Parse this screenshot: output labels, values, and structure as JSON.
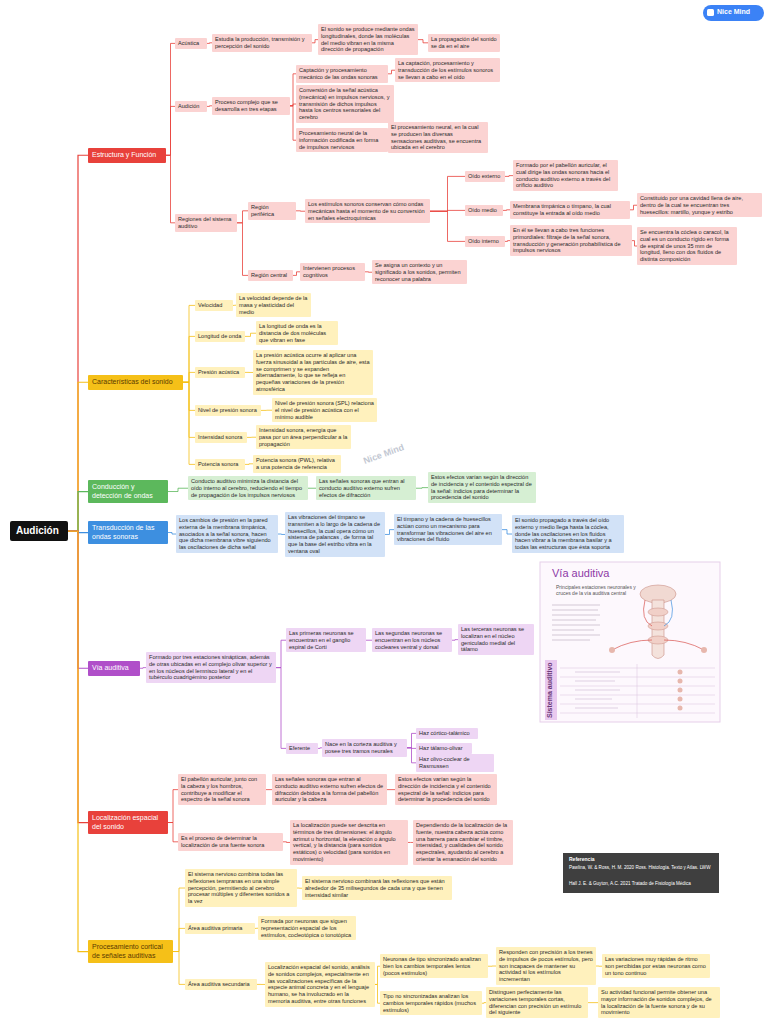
{
  "diagram": {
    "nodes": [
      {
        "text": [
          "Audición"
        ]
      },
      {
        "text": [
          "Estructura y Función"
        ]
      },
      {
        "text": [
          "Acústica"
        ]
      },
      {
        "text": [
          "Estudia la producción, transmisión y percepción del sonido"
        ]
      },
      {
        "text": [
          "El sonido se produce mediante ondas longitudinales, donde las moléculas del medio vibran en la misma dirección de propagación"
        ]
      },
      {
        "text": [
          "La propagación del sonido se da en el aire"
        ]
      },
      {
        "text": [
          "Audición"
        ]
      },
      {
        "text": [
          "Proceso complejo que se desarrolla en tres etapas"
        ]
      },
      {
        "text": [
          "Captación y procesamiento mecánico de las ondas sonoras"
        ]
      },
      {
        "text": [
          "La captación, procesamiento y transducción de los estímulos sonoros se llevan a cabo en el oído"
        ]
      },
      {
        "text": [
          "Conversión de la señal acústica (mecánica) en impulsos nerviosos, y transmisión de dichos impulsos hasta los centros sensoriales del cerebro"
        ]
      },
      {
        "text": [
          "Procesamiento neural de la información codificada en forma de impulsos nerviosos"
        ]
      },
      {
        "text": [
          "El procesamiento neural, en la cual se producen las diversas sensaciones auditivas, se encuentra ubicada en el cerebro"
        ]
      },
      {
        "text": [
          "Regiones del sistema auditivo"
        ]
      },
      {
        "text": [
          "Región periférica"
        ]
      },
      {
        "text": [
          "Los estímulos sonoros conservan cómo ondas mecánicas hasta el momento de su conversión en señales electroquímicas"
        ]
      },
      {
        "text": [
          "Oído externo"
        ]
      },
      {
        "text": [
          "Formado por el pabellón auricular, el cual dirige las ondas sonoras hacia el conducto auditivo externo a través del orificio auditivo"
        ]
      },
      {
        "text": [
          "Oído medio"
        ]
      },
      {
        "text": [
          "Membrana timpánica o tímpano, la cual constituye la entrada al oído medio"
        ]
      },
      {
        "text": [
          "Constituido por una cavidad llena de aire, dentro de la cual se encuentran tres huesecillos: martillo, yunque y estribo"
        ]
      },
      {
        "text": [
          "Oído interno"
        ]
      },
      {
        "text": [
          "En él se llevan a cabo tres funciones primordiales: filtraje de la señal sonora, transducción y generación probabilística de impulsos nerviosos"
        ]
      },
      {
        "text": [
          "Se encuentra la cóclea o caracol, la cual es un conducto rígido en forma de espiral de unos 35 mm de longitud, lleno con dos fluidos de distinta composición"
        ]
      },
      {
        "text": [
          "Región central"
        ]
      },
      {
        "text": [
          "Intervienen procesos cognitivos"
        ]
      },
      {
        "text": [
          "Se asigna un contexto y un significado a los sonidos, permiten reconocer una palabra"
        ]
      },
      {
        "text": [
          "Características del sonido"
        ]
      },
      {
        "text": [
          "Velocidad"
        ]
      },
      {
        "text": [
          "La velocidad depende de la masa y elasticidad del medio"
        ]
      },
      {
        "text": [
          "Longitud de onda"
        ]
      },
      {
        "text": [
          "La longitud de onda es la distancia de dos moléculas que vibran en fase"
        ]
      },
      {
        "text": [
          "Presión acústica"
        ]
      },
      {
        "text": [
          "La presión acústica ocurre al aplicar una fuerza sinusoidal a las partículas de aire, esta se comprimen y se expanden alternadamente, lo que se refleja en pequeñas variaciones de la presión atmosférica"
        ]
      },
      {
        "text": [
          "Nivel de presión sonora"
        ]
      },
      {
        "text": [
          "Nivel de presión sonora (SPL) relaciona el nivel de presión acústica con el mínimo audible"
        ]
      },
      {
        "text": [
          "Intensidad sonora"
        ]
      },
      {
        "text": [
          "Intensidad sonora, energía que pasa por un área perpendicular a la propagación"
        ]
      },
      {
        "text": [
          "Potencia sonora"
        ]
      },
      {
        "text": [
          "Potencia sonora (PWL), relativa a una potencia de referencia"
        ]
      },
      {
        "text": [
          "Conducción y detección de ondas"
        ]
      },
      {
        "text": [
          "Conducto auditivo minimiza la distancia del oído interno al cerebro, reduciendo el tiempo de propagación de los impulsos nerviosos"
        ]
      },
      {
        "text": [
          "Las señales sonoras que entran al conducto auditivo externo sufren efectos de difracción"
        ]
      },
      {
        "text": [
          "Estos efectos varían según la dirección de incidencia y el contenido espectral de la señal: indicios para determinar la procedencia del sonido"
        ]
      },
      {
        "text": [
          "Transducción de las ondas sonoras"
        ]
      },
      {
        "text": [
          "Los cambios de presión en la pared externa de la membrana timpánica, asociados a la señal sonora, hacen que dicha membrana vibre siguiendo las oscilaciones de dicha señal"
        ]
      },
      {
        "text": [
          "Las vibraciones del tímpano se transmiten a lo largo de la cadena de huesecillos, la cual opera cómo un sistema de palancas , de forma tal que la base del estribo vibra en la ventana oval"
        ]
      },
      {
        "text": [
          "El tímpano y la cadena de huesecillos actúan como un mecanismo para transformar las vibraciones del aire en vibraciones del fluido"
        ]
      },
      {
        "text": [
          "El sonido propagado a través del oído externo y medio llega hasta la cóclea, donde las oscilaciones en los fluidos hacen vibrar a la membrana basilar y a todas las estructuras que ésta soporta"
        ]
      },
      {
        "text": [
          "Vía auditiva"
        ]
      },
      {
        "text": [
          "Formado por tres estaciones sinápticas, además de otras ubicadas en el complejo olivar superior y en los núcleos del lemnisco lateral y en el tubérculo cuadrigémino posterior"
        ]
      },
      {
        "text": [
          "Las primeras neuronas se encuentran en el ganglio espiral de Corti"
        ]
      },
      {
        "text": [
          "Las segundas neuronas se encuentran en los núcleos cocleares ventral y dorsal"
        ]
      },
      {
        "text": [
          "Las terceras neuronas se localizan en el núcleo geniculado medial del tálamo"
        ]
      },
      {
        "text": [
          "Eferente"
        ]
      },
      {
        "text": [
          "Nace en la corteza auditiva y posee tres tramos neurales"
        ]
      },
      {
        "text": [
          "Haz córtico-talámico"
        ]
      },
      {
        "text": [
          "Haz tálamo-olivar"
        ]
      },
      {
        "text": [
          "Haz olivo-coclear de Rasmussen"
        ]
      },
      {
        "text": [
          "Localización espacial del sonido"
        ]
      },
      {
        "text": [
          "El pabellón auricular, junto con la cabeza y los hombros, contribuye a modificar el espectro de la señal sonora"
        ]
      },
      {
        "text": [
          "Las señales sonoras que entran al conducto auditivo externo sufren efectos de difracción debidos a la forma del pabellón auricular y la cabeza"
        ]
      },
      {
        "text": [
          "Estos efectos varían según la dirección de incidencia y el contenido espectral de la señal: indicios para determinar la procedencia del sonido"
        ]
      },
      {
        "text": [
          "Es el proceso de determinar la localización de una fuente sonora"
        ]
      },
      {
        "text": [
          "La localización puede ser descrita en términos de tres dimensiones: el ángulo azimut u horizontal, la elevación o ángulo vertical, y la distancia (para sonidos estáticos) o velocidad (para sonidos en movimiento)"
        ]
      },
      {
        "text": [
          "Dependiendo de la localización de la fuente, nuestra cabeza actúa como una barrera para cambiar el timbre, intensidad, y cualidades del sonido espectrales, ayudando al cerebro a orientar la emanación del sonido"
        ]
      },
      {
        "text": [
          "Procesamiento cortical de señales auditivas"
        ]
      },
      {
        "text": [
          "El sistema nervioso combina todas las reflexiones tempranas en una simple percepción, permitiendo al cerebro procesar múltiples y diferentes sonidos a la vez"
        ]
      },
      {
        "text": [
          "El sistema nervioso combinará las reflexiones que están alrededor de 35 milisegundos de cada una y que tienen intensidad similar"
        ]
      },
      {
        "text": [
          "Área auditiva primaria"
        ]
      },
      {
        "text": [
          "Formada por neuronas que siguen representación espacial de los estímulos, cocleotópica o tonotópica"
        ]
      },
      {
        "text": [
          "Área auditiva secundaria"
        ]
      },
      {
        "text": [
          "Localización espacial del sonido, análisis de sonidos complejos, especialmente en las vocalizaciones específicas de la especie animal concreta y en el lenguaje humano, se ha involucrado en la memoria auditiva, entre otras funciones"
        ]
      },
      {
        "text": [
          "Neuronas de tipo sincronizado analizan bien los cambios temporales lentos (pocos estímulos)"
        ]
      },
      {
        "text": [
          "Responden con precisión a los trenes de impulsos de pocos estímulos, pero son incapaces de mantener su actividad si los estímulos incrementan"
        ]
      },
      {
        "text": [
          "Las variaciones muy rápidas de ritmo son percibidas por estas neuronas como un tono continuo"
        ]
      },
      {
        "text": [
          "Tipo no sincronizadas analizan los cambios temporales rápidos (muchos estímulos)"
        ]
      },
      {
        "text": [
          "Distinguen perfectamente las variaciones temporales cortas, diferencian con precisión un estímulo del siguiente"
        ]
      },
      {
        "text": [
          "Su actividad funcional permite obtener una mayor información de sonidos complejos, de la localización de la fuente sonora y de su movimiento"
        ]
      }
    ],
    "edges": [
      {
        "from": 0,
        "to": 1,
        "arrow": "none"
      },
      {
        "from": 0,
        "to": 27,
        "arrow": "none"
      },
      {
        "from": 0,
        "to": 40,
        "arrow": "none"
      },
      {
        "from": 0,
        "to": 44,
        "arrow": "none"
      },
      {
        "from": 0,
        "to": 49,
        "arrow": "none"
      },
      {
        "from": 0,
        "to": 59,
        "arrow": "none"
      },
      {
        "from": 0,
        "to": 66,
        "arrow": "none"
      },
      {
        "from": 1,
        "to": 2,
        "arrow": "none"
      },
      {
        "from": 1,
        "to": 6,
        "arrow": "none"
      },
      {
        "from": 1,
        "to": 13,
        "arrow": "none"
      },
      {
        "from": 2,
        "to": 3,
        "arrow": "none"
      },
      {
        "from": 3,
        "to": 4,
        "arrow": "none"
      },
      {
        "from": 4,
        "to": 5,
        "arrow": "none"
      },
      {
        "from": 6,
        "to": 7,
        "arrow": "none"
      },
      {
        "from": 7,
        "to": 8,
        "arrow": "none"
      },
      {
        "from": 7,
        "to": 10,
        "arrow": "none"
      },
      {
        "from": 7,
        "to": 11,
        "arrow": "none"
      },
      {
        "from": 8,
        "to": 9,
        "arrow": "none"
      },
      {
        "from": 11,
        "to": 12,
        "arrow": "none"
      },
      {
        "from": 13,
        "to": 14,
        "arrow": "none"
      },
      {
        "from": 13,
        "to": 24,
        "arrow": "none"
      },
      {
        "from": 14,
        "to": 15,
        "arrow": "none"
      },
      {
        "from": 15,
        "to": 16,
        "arrow": "none"
      },
      {
        "from": 15,
        "to": 18,
        "arrow": "none"
      },
      {
        "from": 15,
        "to": 21,
        "arrow": "none"
      },
      {
        "from": 16,
        "to": 17,
        "arrow": "none"
      },
      {
        "from": 18,
        "to": 19,
        "arrow": "none"
      },
      {
        "from": 19,
        "to": 20,
        "arrow": "none"
      },
      {
        "from": 21,
        "to": 22,
        "arrow": "none"
      },
      {
        "from": 22,
        "to": 23,
        "arrow": "none"
      },
      {
        "from": 24,
        "to": 25,
        "arrow": "none"
      },
      {
        "from": 25,
        "to": 26,
        "arrow": "none"
      },
      {
        "from": 27,
        "to": 28,
        "arrow": "none"
      },
      {
        "from": 27,
        "to": 30,
        "arrow": "none"
      },
      {
        "from": 27,
        "to": 32,
        "arrow": "none"
      },
      {
        "from": 27,
        "to": 34,
        "arrow": "none"
      },
      {
        "from": 27,
        "to": 36,
        "arrow": "none"
      },
      {
        "from": 27,
        "to": 38,
        "arrow": "none"
      },
      {
        "from": 28,
        "to": 29,
        "arrow": "none"
      },
      {
        "from": 30,
        "to": 31,
        "arrow": "none"
      },
      {
        "from": 32,
        "to": 33,
        "arrow": "none"
      },
      {
        "from": 34,
        "to": 35,
        "arrow": "none"
      },
      {
        "from": 36,
        "to": 37,
        "arrow": "none"
      },
      {
        "from": 38,
        "to": 39,
        "arrow": "none"
      },
      {
        "from": 40,
        "to": 41,
        "arrow": "none"
      },
      {
        "from": 41,
        "to": 42,
        "arrow": "none"
      },
      {
        "from": 42,
        "to": 43,
        "arrow": "none"
      },
      {
        "from": 44,
        "to": 45,
        "arrow": "none"
      },
      {
        "from": 45,
        "to": 46,
        "arrow": "none"
      },
      {
        "from": 46,
        "to": 47,
        "arrow": "none"
      },
      {
        "from": 47,
        "to": 48,
        "arrow": "none"
      },
      {
        "from": 49,
        "to": 50,
        "arrow": "none"
      },
      {
        "from": 50,
        "to": 51,
        "arrow": "none"
      },
      {
        "from": 50,
        "to": 54,
        "arrow": "none"
      },
      {
        "from": 51,
        "to": 52,
        "arrow": "none"
      },
      {
        "from": 52,
        "to": 53,
        "arrow": "none"
      },
      {
        "from": 54,
        "to": 55,
        "arrow": "none"
      },
      {
        "from": 55,
        "to": 56,
        "arrow": "none"
      },
      {
        "from": 55,
        "to": 57,
        "arrow": "none"
      },
      {
        "from": 55,
        "to": 58,
        "arrow": "none"
      },
      {
        "from": 59,
        "to": 60,
        "arrow": "none"
      },
      {
        "from": 59,
        "to": 63,
        "arrow": "none"
      },
      {
        "from": 60,
        "to": 61,
        "arrow": "none"
      },
      {
        "from": 61,
        "to": 62,
        "arrow": "none"
      },
      {
        "from": 63,
        "to": 64,
        "arrow": "none"
      },
      {
        "from": 64,
        "to": 65,
        "arrow": "none"
      },
      {
        "from": 66,
        "to": 67,
        "arrow": "none"
      },
      {
        "from": 66,
        "to": 69,
        "arrow": "none"
      },
      {
        "from": 66,
        "to": 71,
        "arrow": "none"
      },
      {
        "from": 67,
        "to": 68,
        "arrow": "none"
      },
      {
        "from": 69,
        "to": 70,
        "arrow": "none"
      },
      {
        "from": 71,
        "to": 72,
        "arrow": "none"
      },
      {
        "from": 72,
        "to": 73,
        "arrow": "none"
      },
      {
        "from": 72,
        "to": 76,
        "arrow": "none"
      },
      {
        "from": 73,
        "to": 74,
        "arrow": "none"
      },
      {
        "from": 74,
        "to": 75,
        "arrow": "none"
      },
      {
        "from": 76,
        "to": 77,
        "arrow": "none"
      },
      {
        "from": 77,
        "to": 78,
        "arrow": "none"
      }
    ],
    "labels": [
      "Nice Mind",
      "Nice Mind",
      "Vía auditiva",
      "Principales estaciones neuronales y cruces de la vía auditiva central",
      "Sistema auditivo",
      "Referencia",
      "Pawlina, W. & Ross, H. M. 2020 Ross. Histología. Texto y Atlas. LWW",
      "Hall J. E. & Guyton, A.C. 2021 Tratado de Fisiología Médica"
    ]
  }
}
